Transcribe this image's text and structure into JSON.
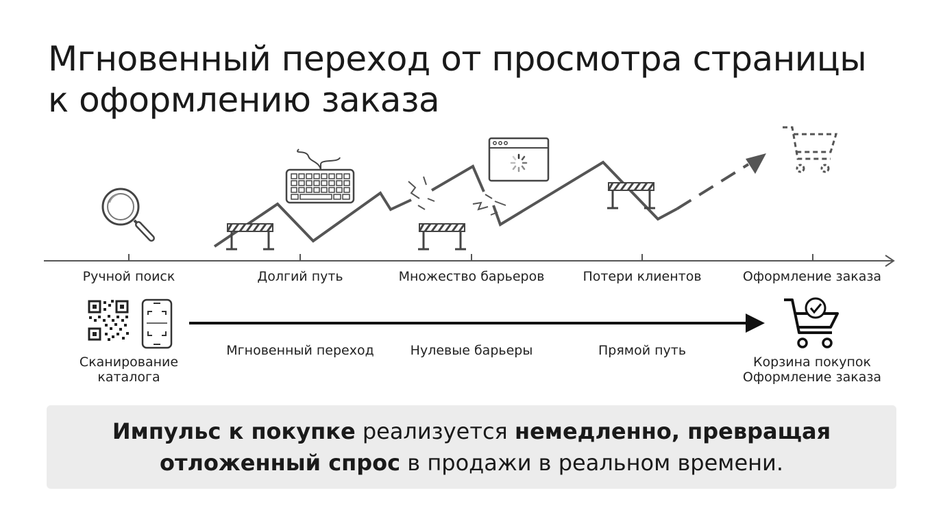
{
  "title": {
    "line1": "Мгновенный переход от просмотра страницы",
    "line2": "к оформлению заказа"
  },
  "top_stages": [
    "Ручной поиск",
    "Долгий путь",
    "Множество барьеров",
    "Потери клиентов",
    "Оформление заказа"
  ],
  "bottom": {
    "start_line1": "Сканирование",
    "start_line2": "каталога",
    "steps": [
      "Мгновенный переход",
      "Нулевые барьеры",
      "Прямой путь"
    ],
    "end_line1": "Корзина покупок",
    "end_line2": "Оформление заказа"
  },
  "callout": {
    "b1": "Импульс к покупке",
    "t1": " реализуется ",
    "b2": "немедленно, превращая",
    "b3": "отложенный спрос",
    "t2": " в продажи в реальном времени."
  },
  "icons": {
    "search": "magnifier-icon",
    "keyboard": "keyboard-icon",
    "browser": "loading-browser-icon",
    "cart_top": "dashed-cart-icon",
    "qr": "qr-code-icon",
    "phone": "phone-scanner-icon",
    "cart_bottom": "cart-check-icon"
  }
}
